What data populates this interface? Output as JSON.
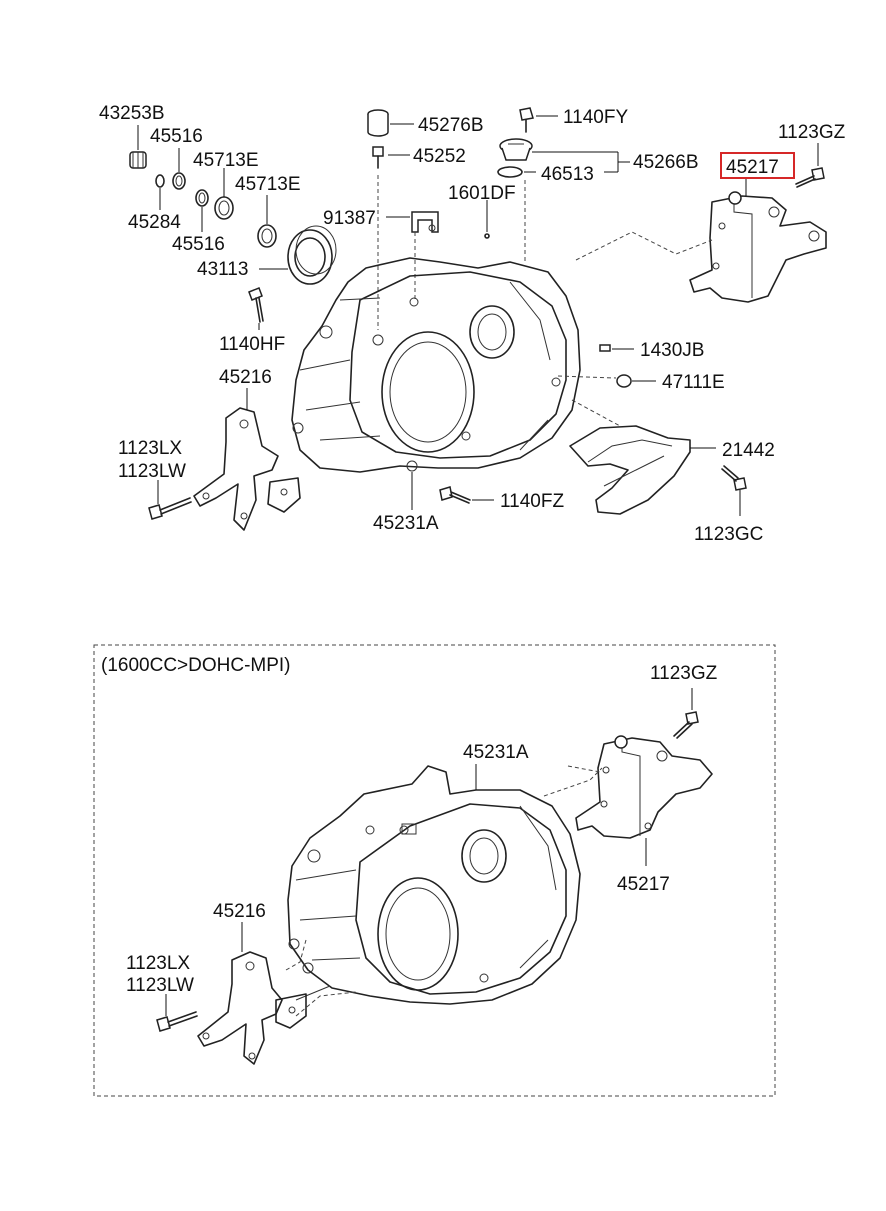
{
  "labels": {
    "l43253B": "43253B",
    "l45516a": "45516",
    "l45713Ea": "45713E",
    "l45713Eb": "45713E",
    "l45284": "45284",
    "l45516b": "45516",
    "l43113": "43113",
    "l45276B": "45276B",
    "l45252": "45252",
    "l91387": "91387",
    "l1140FY": "1140FY",
    "l1601DF": "1601DF",
    "l46513": "46513",
    "l45266B": "45266B",
    "l1123GZa": "1123GZ",
    "l45217a": "45217",
    "l1140HF": "1140HF",
    "l45216a": "45216",
    "l1430JB": "1430JB",
    "l47111E": "47111E",
    "l21442": "21442",
    "l1123LXa": "1123LX",
    "l1123LWa": "1123LW",
    "l1140FZ": "1140FZ",
    "l45231Aa": "45231A",
    "l1123GC": "1123GC",
    "section": "(1600CC>DOHC-MPI)",
    "l1123GZb": "1123GZ",
    "l45231Ab": "45231A",
    "l45216b": "45216",
    "l45217b": "45217",
    "l1123LXb": "1123LX",
    "l1123LWb": "1123LW"
  },
  "colors": {
    "highlight": "#d62828",
    "line": "#222222"
  }
}
